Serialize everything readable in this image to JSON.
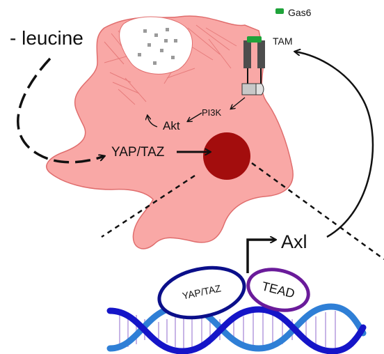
{
  "labels": {
    "leucine": "- leucine",
    "gas6": "Gas6",
    "tam": "TAM",
    "pi3k": "PI3K",
    "akt": "Akt",
    "yap_taz": "YAP/TAZ",
    "axl": "Axl",
    "yap_taz_complex": "YAP/TAZ",
    "tead": "TEAD"
  },
  "colors": {
    "cell_fill": "#f9a8a6",
    "cell_stroke": "#e06d6d",
    "nucleus": "#a30d0d",
    "gas6": "#1fa33a",
    "receptor": "#4d4d4d",
    "yap_taz_ring": "#0b0f8a",
    "tead_ring": "#6a1b9a",
    "dna_dark": "#1515c8",
    "dna_light": "#2f7fd6",
    "dna_rungs": "#c7b4e6"
  }
}
